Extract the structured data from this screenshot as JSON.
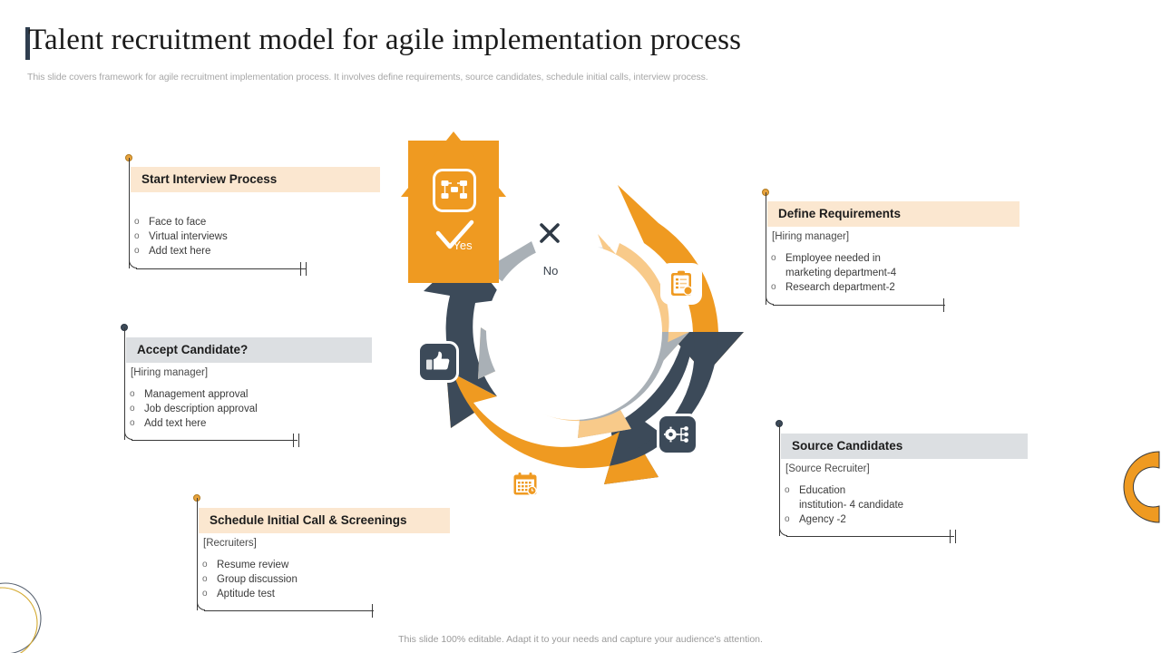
{
  "header": {
    "title": "Talent recruitment model for agile implementation process",
    "subtitle": "This slide covers framework for agile recruitment implementation process. It involves define requirements, source candidates, schedule initial calls, interview process."
  },
  "footer": {
    "note": "This slide 100% editable. Adapt it to your needs and capture your audience's attention."
  },
  "colors": {
    "orange": "#ef9a21",
    "orange_light": "#f8ca8a",
    "navy": "#3c4a59",
    "grey": "#a9b0b6",
    "grey_light": "#e3e6e9",
    "peach_label": "#fbe7d0",
    "grey_label": "#dcdfe2",
    "gold_dot": "#e8a33d",
    "dark_dot": "#3c4a59"
  },
  "callouts": [
    {
      "id": "start-interview-process",
      "title": "Start Interview Process",
      "style": "peach",
      "dot": "gold",
      "role": "",
      "items": [
        "Face to face",
        "Virtual interviews",
        "Add text here"
      ]
    },
    {
      "id": "accept-candidate",
      "title": "Accept Candidate?",
      "style": "grey",
      "dot": "dark",
      "role": "[Hiring manager]",
      "items": [
        "Management  approval",
        "Job description  approval",
        "Add text here"
      ]
    },
    {
      "id": "schedule-initial-call-and-screenings",
      "title": "Schedule Initial Call & Screenings",
      "style": "peach",
      "dot": "gold",
      "role": "[Recruiters]",
      "items": [
        "Resume  review",
        "Group discussion",
        "Aptitude test"
      ]
    },
    {
      "id": "define-requirements",
      "title": "Define Requirements",
      "style": "peach",
      "dot": "gold",
      "role": "[Hiring manager]",
      "items": [
        "Employee needed in\nmarketing department-4",
        "Research  department-2"
      ]
    },
    {
      "id": "source-candidates",
      "title": "Source Candidates",
      "style": "grey",
      "dot": "dark",
      "role": "[Source Recruiter]",
      "items": [
        "Education\ninstitution- 4 candidate",
        "Agency -2"
      ]
    }
  ],
  "diagram": {
    "decision_yes_label": "Yes",
    "decision_no_label": "No",
    "icons": [
      {
        "name": "clipboard-checklist-icon",
        "tone": "light"
      },
      {
        "name": "gear-network-icon",
        "tone": "dark"
      },
      {
        "name": "calendar-icon",
        "tone": "light"
      },
      {
        "name": "thumbs-up-icon",
        "tone": "dark"
      },
      {
        "name": "team-network-icon",
        "tone": "clear"
      }
    ]
  },
  "chart_data": {
    "type": "pie",
    "title": "Agile recruitment cycle",
    "categories": [
      "Define Requirements",
      "Source Candidates",
      "Schedule Initial Call & Screenings",
      "Accept Candidate?"
    ],
    "values": [
      25,
      25,
      25,
      25
    ],
    "legend": "none",
    "notes": "Circular 4-stage arrow cycle with an inner lighter ring; a light-grey 'No' return arc at the top and an orange 'Yes' exit arrow at the top-left."
  }
}
